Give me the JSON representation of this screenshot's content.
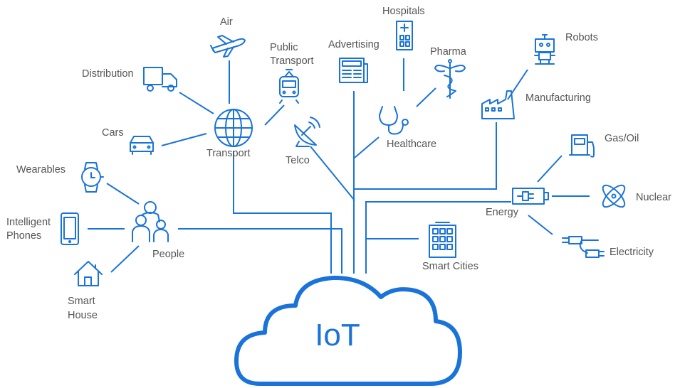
{
  "center": {
    "label": "IoT"
  },
  "labels": {
    "air": "Air",
    "public_transport": [
      "Public",
      "Transport"
    ],
    "distribution": "Distribution",
    "cars": "Cars",
    "transport": "Transport",
    "telco": "Telco",
    "advertising": "Advertising",
    "hospitals": "Hospitals",
    "pharma": "Pharma",
    "healthcare": "Healthcare",
    "robots": "Robots",
    "manufacturing": "Manufacturing",
    "gas_oil": "Gas/Oil",
    "nuclear": "Nuclear",
    "energy": "Energy",
    "electricity": "Electricity",
    "smart_cities": "Smart Cities",
    "wearables": "Wearables",
    "intelligent_phones": [
      "Intelligent",
      "Phones"
    ],
    "people": "People",
    "smart_house": [
      "Smart",
      "House"
    ]
  },
  "colors": {
    "accent": "#1a73d9",
    "text": "#555555"
  },
  "icons": [
    "airplane-icon",
    "train-icon",
    "truck-icon",
    "car-icon",
    "globe-icon",
    "satellite-dish-icon",
    "newspaper-icon",
    "hospital-icon",
    "caduceus-icon",
    "stethoscope-icon",
    "robot-icon",
    "factory-icon",
    "fuel-pump-icon",
    "atom-icon",
    "battery-plug-icon",
    "cable-icon",
    "building-icon",
    "watch-icon",
    "phone-icon",
    "family-icon",
    "house-icon",
    "cloud-icon"
  ]
}
